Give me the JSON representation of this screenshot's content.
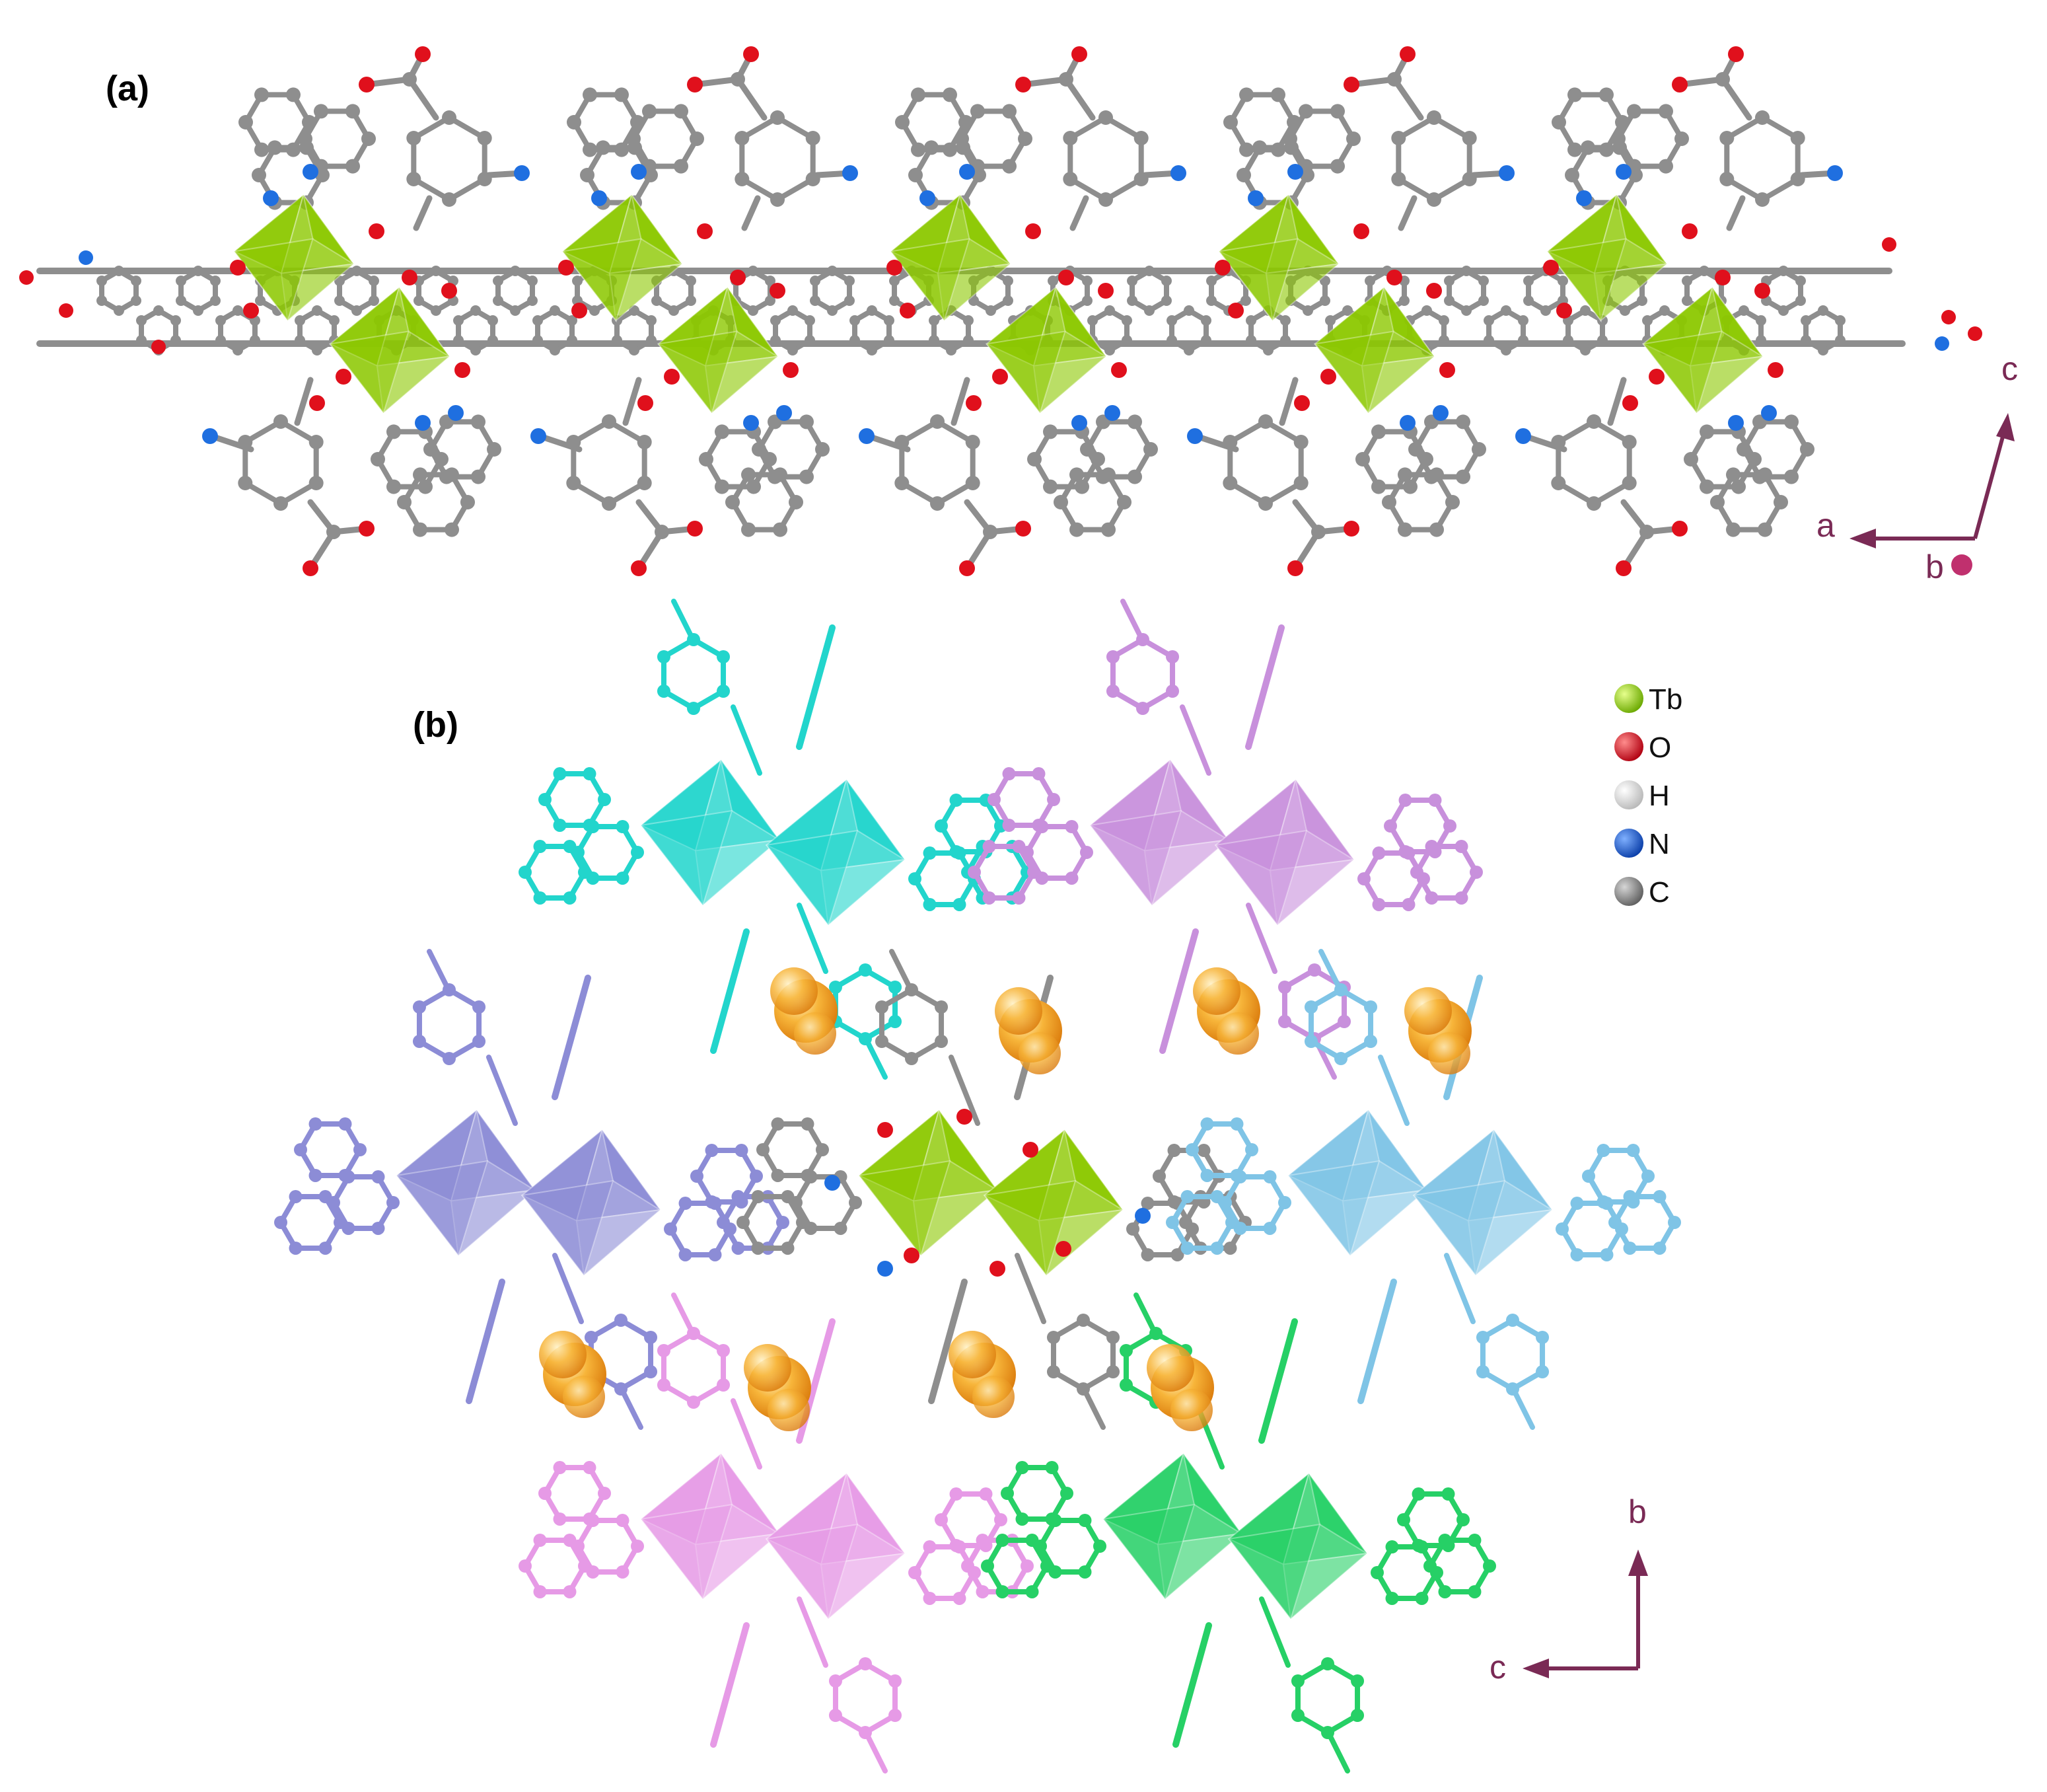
{
  "panels": [
    {
      "id": "a",
      "label": "(a)"
    },
    {
      "id": "b",
      "label": "(b)"
    }
  ],
  "legend": [
    {
      "symbol": "Tb",
      "color": "#8cc800"
    },
    {
      "symbol": "O",
      "color": "#e0101c"
    },
    {
      "symbol": "H",
      "color": "#e6e6e6"
    },
    {
      "symbol": "N",
      "color": "#1a5fd8"
    },
    {
      "symbol": "C",
      "color": "#8a8a8a"
    }
  ],
  "axes_a": {
    "horizontal": "a",
    "vertical": "c",
    "origin": "b"
  },
  "axes_b": {
    "horizontal": "c",
    "vertical": "b"
  },
  "colors": {
    "carbon": "#8e8e8e",
    "oxygen": "#e0101c",
    "nitrogen": "#1f6fe0",
    "tb_polyhedron": "#8cc800",
    "axis": "#7a2a55",
    "guest_orange": "#f3a11c",
    "network_cyan": "#22d5cc",
    "network_purple": "#c890dc",
    "network_slate": "#8c8cd6",
    "network_skyblue": "#7fc4e6",
    "network_pink": "#e69ae6",
    "network_green": "#26d066"
  }
}
